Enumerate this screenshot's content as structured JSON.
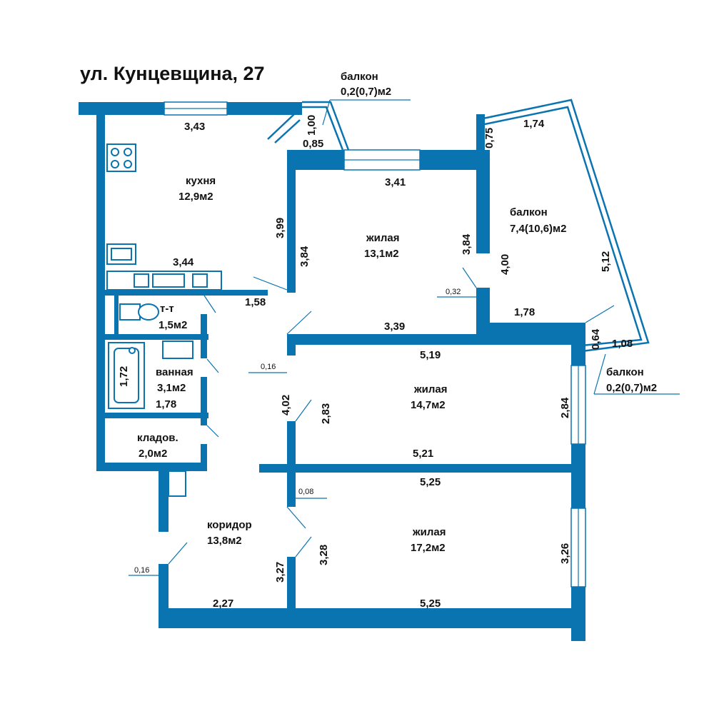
{
  "title": "ул. Кунцевщина, 27",
  "colors": {
    "wall": "#0a74b0",
    "text": "#111111",
    "background": "#ffffff"
  },
  "rooms": {
    "kitchen": {
      "name": "кухня",
      "area": "12,9м2"
    },
    "living1": {
      "name": "жилая",
      "area": "13,1м2"
    },
    "living2": {
      "name": "жилая",
      "area": "14,7м2"
    },
    "living3": {
      "name": "жилая",
      "area": "17,2м2"
    },
    "wc": {
      "name": "т-т",
      "area": "1,5м2"
    },
    "bath": {
      "name": "ванная",
      "area": "3,1м2"
    },
    "storage": {
      "name": "кладов.",
      "area": "2,0м2"
    },
    "corridor": {
      "name": "коридор",
      "area": "13,8м2"
    },
    "balcony_big": {
      "name": "балкон",
      "area": "7,4(10,6)м2"
    },
    "balcony_top": {
      "name": "балкон",
      "area": "0,2(0,7)м2"
    },
    "balcony_right": {
      "name": "балкон",
      "area": "0,2(0,7)м2"
    }
  },
  "dims": {
    "k_top": "3,43",
    "k_right": "3,99",
    "k_bottom": "3,44",
    "bt_h": "1,00",
    "bt_w": "0,85",
    "l1_top": "3,41",
    "l1_left": "3,84",
    "l1_right": "3,84",
    "l1_bottom": "3,39",
    "bb_left": "0,75",
    "bb_top": "1,74",
    "bb_side": "4,00",
    "bb_diag": "5,12",
    "bb_bottom": "1,78",
    "br_h": "0,64",
    "br_w": "1,08",
    "w032": "0,32",
    "w158": "1,58",
    "w016a": "0,16",
    "w016b": "0,16",
    "w008": "0,08",
    "bath_h": "1,72",
    "bath_w": "1,78",
    "l2_top": "5,19",
    "l2_left": "2,83",
    "l2_right": "2,84",
    "l2_bottom": "5,21",
    "corr_v": "4,02",
    "l3_top": "5,25",
    "l3_left": "3,28",
    "l3_right": "3,26",
    "l3_bottom": "5,25",
    "c_bottom": "2,27",
    "c_right": "3,27"
  }
}
